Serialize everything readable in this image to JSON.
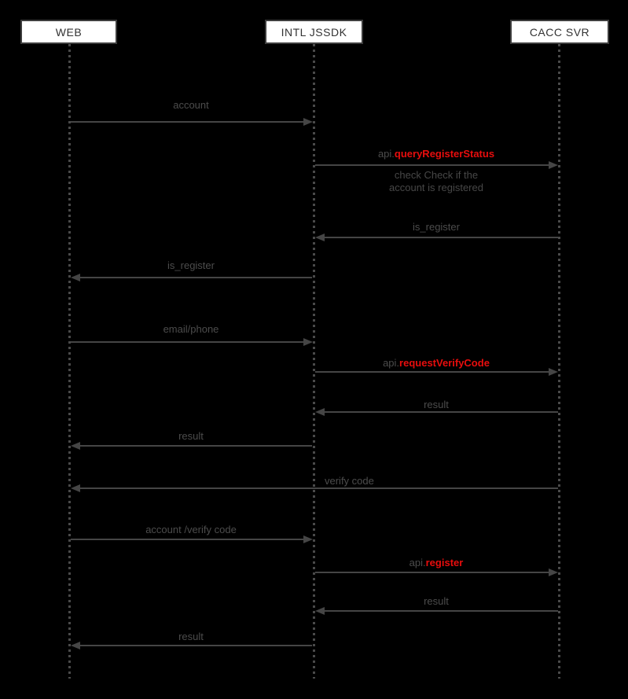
{
  "diagram": {
    "type": "sequence",
    "colors": {
      "background": "#000000",
      "line": "#454545",
      "label_text": "#4c4c4c",
      "actor_background": "#ffffff",
      "actor_border": "#3d3d3d",
      "actor_text": "#333333",
      "api_highlight_red": "#e80d0d"
    },
    "actors": [
      {
        "label": "WEB"
      },
      {
        "label": "INTL JSSDK"
      },
      {
        "label": "CACC SVR"
      }
    ],
    "messages": [
      {
        "label": "account",
        "from": "WEB",
        "to": "INTL JSSDK"
      },
      {
        "prefix": "api.",
        "label": "queryRegisterStatus",
        "from": "INTL JSSDK",
        "to": "CACC SVR",
        "note": [
          "check Check if the",
          "account is registered"
        ]
      },
      {
        "label": "is_register",
        "from": "CACC SVR",
        "to": "INTL JSSDK"
      },
      {
        "label": "is_register",
        "from": "INTL JSSDK",
        "to": "WEB"
      },
      {
        "label": "email/phone",
        "from": "WEB",
        "to": "INTL JSSDK"
      },
      {
        "prefix": "api.",
        "label": "requestVerifyCode",
        "from": "INTL JSSDK",
        "to": "CACC SVR"
      },
      {
        "label": "result",
        "from": "CACC SVR",
        "to": "INTL JSSDK"
      },
      {
        "label": "result",
        "from": "INTL JSSDK",
        "to": "WEB"
      },
      {
        "label": "verify code",
        "from": "CACC SVR",
        "to": "WEB"
      },
      {
        "label": "account /verify code",
        "from": "WEB",
        "to": "INTL JSSDK"
      },
      {
        "prefix": "api.",
        "label": "register",
        "from": "INTL JSSDK",
        "to": "CACC SVR"
      },
      {
        "label": "result",
        "from": "CACC SVR",
        "to": "INTL JSSDK"
      },
      {
        "label": "result",
        "from": "INTL JSSDK",
        "to": "WEB"
      }
    ]
  }
}
